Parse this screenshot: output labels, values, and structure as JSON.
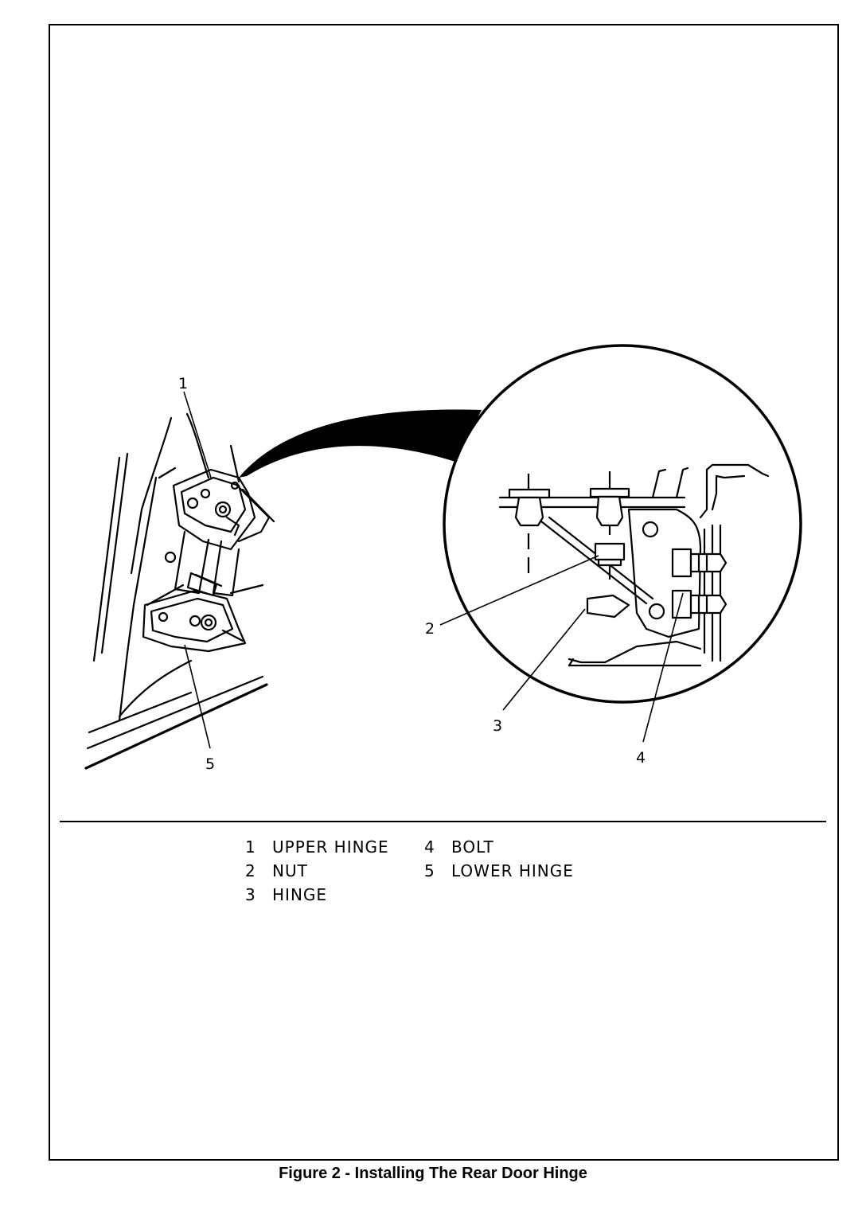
{
  "callouts": [
    "1",
    "2",
    "3",
    "4",
    "5"
  ],
  "legend": [
    {
      "num": "1",
      "label": "UPPER HINGE"
    },
    {
      "num": "2",
      "label": "NUT"
    },
    {
      "num": "3",
      "label": "HINGE"
    },
    {
      "num": "4",
      "label": "BOLT"
    },
    {
      "num": "5",
      "label": "LOWER HINGE"
    }
  ],
  "caption": "Figure 2 - Installing The Rear Door Hinge"
}
